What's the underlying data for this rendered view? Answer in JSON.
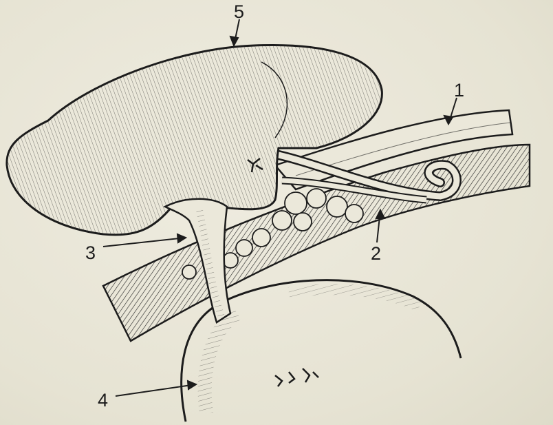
{
  "figure": {
    "ink_color": "#1c1c1c",
    "paper_color": "#e9e7d8",
    "labels": {
      "l1": "1",
      "l2": "2",
      "l3": "3",
      "l4": "4",
      "l5": "5"
    }
  }
}
